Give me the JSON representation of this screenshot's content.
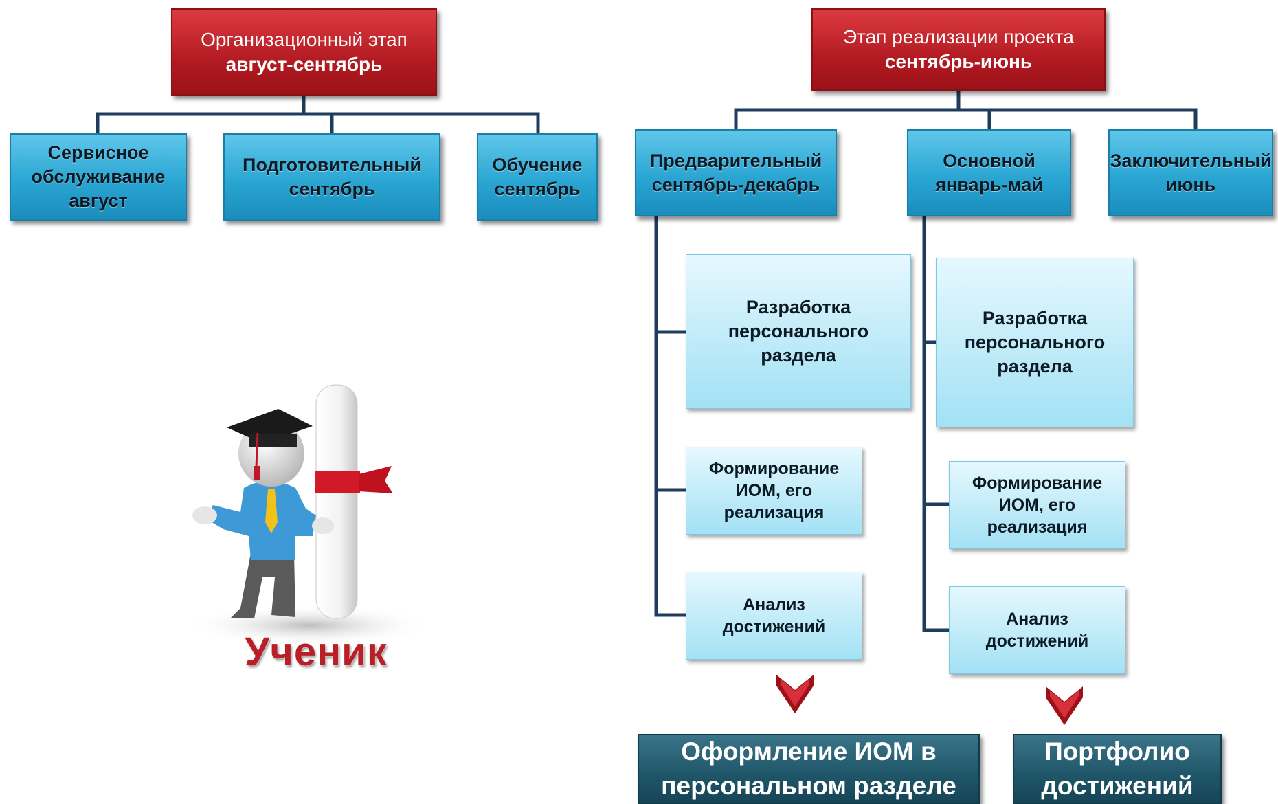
{
  "left": {
    "header": {
      "line1": "Организационный этап",
      "line2": "август-сентябрь"
    },
    "children": [
      {
        "line1": "Сервисное",
        "line2": "обслуживание",
        "line3": "август"
      },
      {
        "line1": "Подготовительный",
        "line2": "сентябрь"
      },
      {
        "line1": "Обучение",
        "line2": "сентябрь"
      }
    ]
  },
  "right": {
    "header": {
      "line1": "Этап реализации проекта",
      "line2": "сентябрь-июнь"
    },
    "children": [
      {
        "line1": "Предварительный",
        "line2": "сентябрь-декабрь"
      },
      {
        "line1": "Основной",
        "line2": "январь-май"
      },
      {
        "line1": "Заключительный",
        "line2": "июнь"
      }
    ]
  },
  "column1": {
    "items": [
      {
        "line1": "Разработка",
        "line2": "персонального",
        "line3": "раздела"
      },
      {
        "line1": "Формирование",
        "line2": "ИОМ, его",
        "line3": "реализация"
      },
      {
        "line1": "Анализ",
        "line2": "достижений"
      }
    ],
    "result": {
      "line1": "Оформление ИОМ в",
      "line2": "персональном разделе"
    }
  },
  "column2": {
    "items": [
      {
        "line1": "Разработка",
        "line2": "персонального",
        "line3": "раздела"
      },
      {
        "line1": "Формирование",
        "line2": "ИОМ, его",
        "line3": "реализация"
      },
      {
        "line1": "Анализ",
        "line2": "достижений"
      }
    ],
    "result": {
      "line1": "Портфолио",
      "line2": "достижений"
    }
  },
  "student_label": "Ученик",
  "colors": {
    "header_red": "#b31b22",
    "stage_blue": "#2aa6d3",
    "task_light_blue": "#bdeaf8",
    "result_teal": "#1f5568",
    "connector": "#1e3d5c",
    "arrow_red": "#9c1218"
  }
}
